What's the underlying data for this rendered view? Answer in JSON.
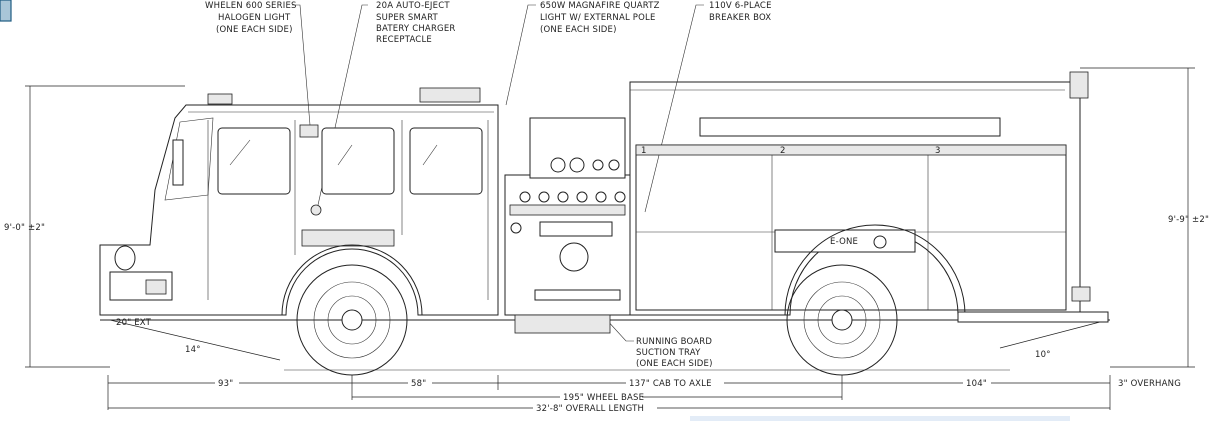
{
  "callouts": {
    "whelen": [
      "WHELEN 600 SERIES",
      "HALOGEN LIGHT",
      "(ONE EACH SIDE)"
    ],
    "auto_eject": [
      "20A AUTO-EJECT",
      "SUPER SMART",
      "BATERY CHARGER",
      "RECEPTACLE"
    ],
    "magnafire": [
      "650W MAGNAFIRE QUARTZ",
      "LIGHT W/ EXTERNAL POLE",
      "(ONE EACH SIDE)"
    ],
    "breaker": [
      "110V 6-PLACE",
      "BREAKER BOX"
    ],
    "running_board": [
      "RUNNING BOARD",
      "SUCTION TRAY",
      "(ONE EACH SIDE)"
    ]
  },
  "dimensions": {
    "height_front": "9'-0\" ±2\"",
    "height_rear": "9'-9\" ±2\"",
    "bumper_ext": "20\" EXT",
    "approach_angle": "14°",
    "departure_angle": "10°",
    "front_to_axle": "93\"",
    "axle_to_cab": "58\"",
    "cab_to_axle": "137\" CAB TO AXLE",
    "rear_overhang": "104\"",
    "overhang": "3\" OVERHANG",
    "wheel_base": "195\" WHEEL BASE",
    "overall_length": "32'-8\" OVERALL LENGTH"
  },
  "compartment_numbers": [
    "1",
    "2",
    "3"
  ],
  "emblem": "E-ONE"
}
